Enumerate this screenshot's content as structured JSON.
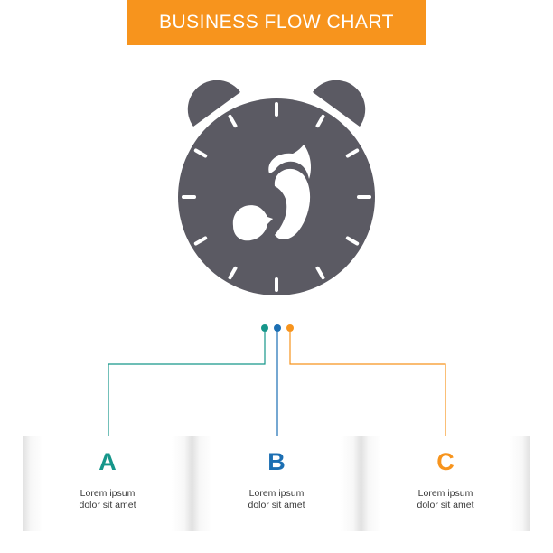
{
  "title": "BUSINESS FLOW CHART",
  "colors": {
    "banner": "#f7941d",
    "icon": "#5b5a63",
    "teal": "#16968a",
    "blue": "#1c6fb3",
    "orange": "#f7941d"
  },
  "icon": {
    "name": "clock-with-fetus-icon"
  },
  "steps": [
    {
      "letter": "A",
      "line1": "Lorem ipsum",
      "line2": "dolor sit amet",
      "color": "#16968a"
    },
    {
      "letter": "B",
      "line1": "Lorem ipsum",
      "line2": "dolor sit amet",
      "color": "#1c6fb3"
    },
    {
      "letter": "C",
      "line1": "Lorem ipsum",
      "line2": "dolor sit amet",
      "color": "#f7941d"
    }
  ]
}
